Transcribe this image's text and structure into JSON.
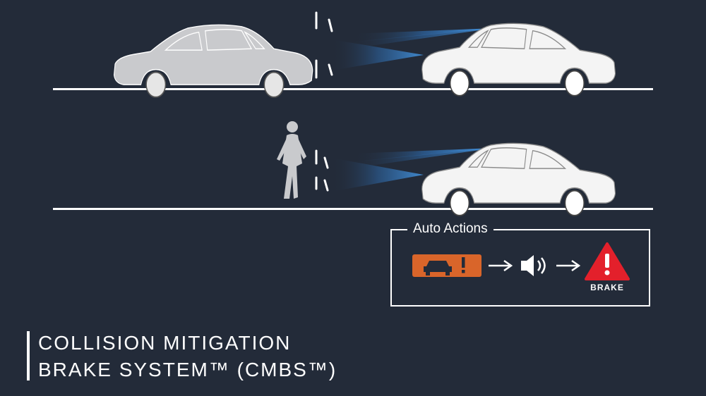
{
  "colors": {
    "background": "#232b39",
    "road_line": "#ffffff",
    "lead_car": "#c9cacd",
    "own_car": "#f4f4f4",
    "sensor_beam": "#3b8fd6",
    "warning_orange": "#d9652a",
    "brake_red": "#e3202b"
  },
  "panel": {
    "title": "Auto Actions",
    "step_icons": [
      "car-collision-warning-icon",
      "arrow-right-icon",
      "speaker-icon",
      "arrow-right-icon",
      "brake-warning-icon"
    ],
    "brake_label": "BRAKE"
  },
  "title": {
    "line1": "COLLISION MITIGATION",
    "line2": "BRAKE SYSTEM™ (CMBS™)"
  }
}
